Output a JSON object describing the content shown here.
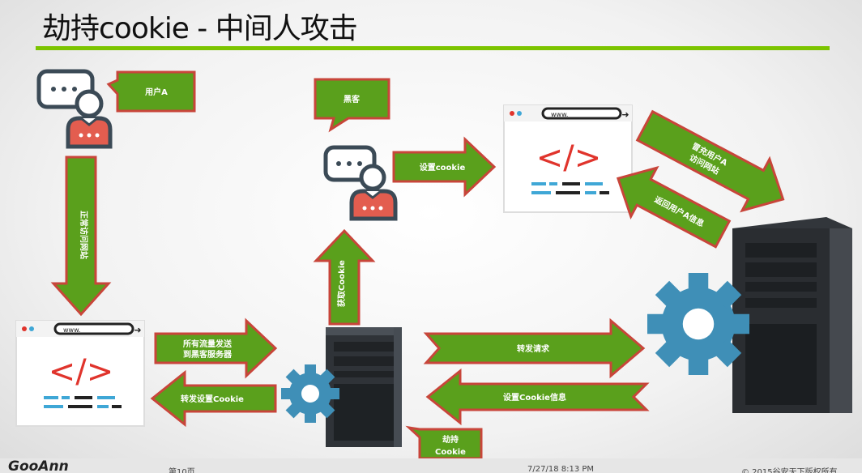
{
  "title": "劫持cookie - 中间人攻击",
  "callouts": {
    "user_a": "用户A",
    "hacker": "黑客",
    "hijack_line1": "劫持",
    "hijack_line2": "Cookie"
  },
  "arrows": {
    "normal_visit": "正常访问网站",
    "all_traffic_line1": "所有流量发送",
    "all_traffic_line2": "到黑客服务器",
    "forward_set_cookie": "转发设置Cookie",
    "get_cookie": "获取Cookie",
    "set_cookie": "设置cookie",
    "forward_request": "转发请求",
    "set_cookie_info": "设置Cookie信息",
    "impersonate_line1": "冒充用户A",
    "impersonate_line2": "访问网站",
    "return_info": "返回用户A信息"
  },
  "browser": {
    "url_text": "www.",
    "code_symbol": "</>"
  },
  "footer": {
    "logo": "GooAnn",
    "page": "第10页",
    "date": "7/27/18 8:13 PM",
    "copyright": "© 2015谷安天下版权所有"
  },
  "colors": {
    "arrow_fill": "#5aa01c",
    "arrow_border": "#c8453a",
    "title_rule": "#7cc400",
    "gear": "#3f8fb7",
    "avatar_red": "#e35d4f",
    "code_red": "#e0342c",
    "code_blue": "#3fa7d6"
  },
  "icons": [
    "user-chat-icon",
    "hacker-chat-icon",
    "browser-window-icon",
    "server-tower-icon",
    "gear-icon"
  ]
}
